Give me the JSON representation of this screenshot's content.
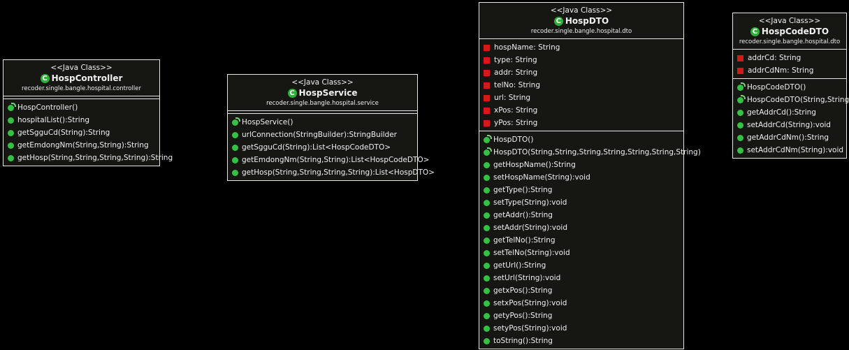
{
  "classes": [
    {
      "id": "hospcontroller",
      "stereotype": "<<Java Class>>",
      "name": "HospController",
      "package": "recoder.single.bangle.hospital.controller",
      "fields": [],
      "methods": [
        {
          "kind": "ctor",
          "text": "HospController()"
        },
        {
          "kind": "public",
          "text": "hospitalList():String"
        },
        {
          "kind": "public",
          "text": "getSgguCd(String):String"
        },
        {
          "kind": "public",
          "text": "getEmdongNm(String,String):String"
        },
        {
          "kind": "public",
          "text": "getHosp(String,String,String,String):String"
        }
      ]
    },
    {
      "id": "hospservice",
      "stereotype": "<<Java Class>>",
      "name": "HospService",
      "package": "recoder.single.bangle.hospital.service",
      "fields": [],
      "methods": [
        {
          "kind": "ctor",
          "text": "HospService()"
        },
        {
          "kind": "public",
          "text": "urlConnection(StringBuilder):StringBuilder"
        },
        {
          "kind": "public",
          "text": "getSgguCd(String):List<HospCodeDTO>"
        },
        {
          "kind": "public",
          "text": "getEmdongNm(String,String):List<HospCodeDTO>"
        },
        {
          "kind": "public",
          "text": "getHosp(String,String,String,String):List<HospDTO>"
        }
      ]
    },
    {
      "id": "hospdto",
      "stereotype": "<<Java Class>>",
      "name": "HospDTO",
      "package": "recoder.single.bangle.hospital.dto",
      "fields": [
        {
          "kind": "private",
          "text": "hospName: String"
        },
        {
          "kind": "private",
          "text": "type: String"
        },
        {
          "kind": "private",
          "text": "addr: String"
        },
        {
          "kind": "private",
          "text": "telNo: String"
        },
        {
          "kind": "private",
          "text": "url: String"
        },
        {
          "kind": "private",
          "text": "xPos: String"
        },
        {
          "kind": "private",
          "text": "yPos: String"
        }
      ],
      "methods": [
        {
          "kind": "ctor",
          "text": "HospDTO()"
        },
        {
          "kind": "ctor",
          "text": "HospDTO(String,String,String,String,String,String,String)"
        },
        {
          "kind": "public",
          "text": "getHospName():String"
        },
        {
          "kind": "public",
          "text": "setHospName(String):void"
        },
        {
          "kind": "public",
          "text": "getType():String"
        },
        {
          "kind": "public",
          "text": "setType(String):void"
        },
        {
          "kind": "public",
          "text": "getAddr():String"
        },
        {
          "kind": "public",
          "text": "setAddr(String):void"
        },
        {
          "kind": "public",
          "text": "getTelNo():String"
        },
        {
          "kind": "public",
          "text": "setTelNo(String):void"
        },
        {
          "kind": "public",
          "text": "getUrl():String"
        },
        {
          "kind": "public",
          "text": "setUrl(String):void"
        },
        {
          "kind": "public",
          "text": "getxPos():String"
        },
        {
          "kind": "public",
          "text": "setxPos(String):void"
        },
        {
          "kind": "public",
          "text": "getyPos():String"
        },
        {
          "kind": "public",
          "text": "setyPos(String):void"
        },
        {
          "kind": "public",
          "text": "toString():String"
        }
      ]
    },
    {
      "id": "hospcodedto",
      "stereotype": "<<Java Class>>",
      "name": "HospCodeDTO",
      "package": "recoder.single.bangle.hospital.dto",
      "fields": [
        {
          "kind": "private",
          "text": "addrCd: String"
        },
        {
          "kind": "private",
          "text": "addrCdNm: String"
        }
      ],
      "methods": [
        {
          "kind": "ctor",
          "text": "HospCodeDTO()"
        },
        {
          "kind": "ctor",
          "text": "HospCodeDTO(String,String)"
        },
        {
          "kind": "public",
          "text": "getAddrCd():String"
        },
        {
          "kind": "public",
          "text": "setAddrCd(String):void"
        },
        {
          "kind": "public",
          "text": "getAddrCdNm():String"
        },
        {
          "kind": "public",
          "text": "setAddrCdNm(String):void"
        }
      ]
    }
  ]
}
